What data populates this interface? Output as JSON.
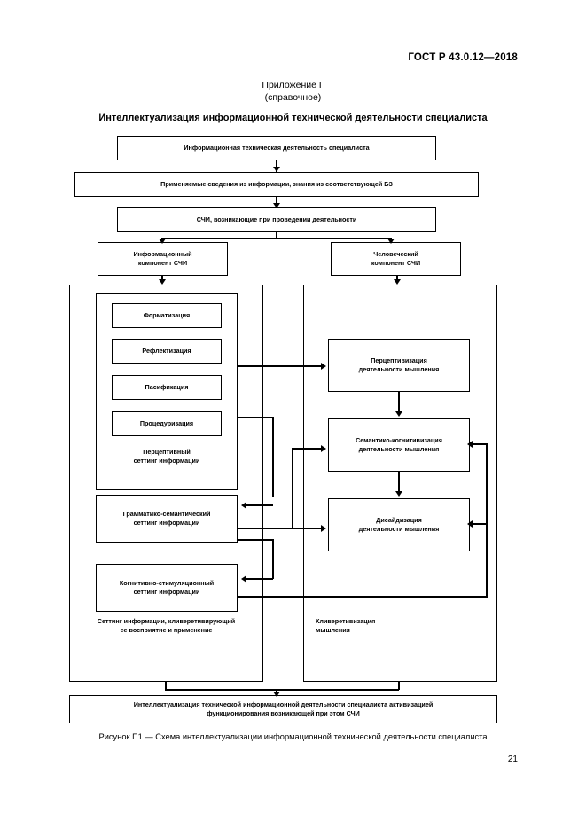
{
  "header": {
    "standard": "ГОСТ Р 43.0.12—2018",
    "page_number": "21"
  },
  "appendix": {
    "line1": "Приложение Г",
    "line2": "(справочное)",
    "title": "Интеллектуализация информационной технической деятельности специалиста"
  },
  "figure": {
    "caption": "Рисунок Г.1 — Схема интеллектуализации информационной технической деятельности специалиста",
    "top_chain": [
      "Информационная техническая деятельность специалиста",
      "Применяемые сведения из информации, знания из соответствующей БЗ",
      "СЧИ, возникающие при проведении деятельности"
    ],
    "components": {
      "left": "Информационный\nкомпонент СЧИ",
      "left_line1": "Информационный",
      "left_line2": "компонент СЧИ",
      "right_line1": "Человеческий",
      "right_line2": "компонент СЧИ"
    },
    "left_group": {
      "inner_group_items": [
        "Форматизация",
        "Рефлектизация",
        "Пасификация",
        "Процедуризация"
      ],
      "inner_group_label_line1": "Перцептивный",
      "inner_group_label_line2": "сеттинг информации",
      "setting_grammar_line1": "Грамматико-семантический",
      "setting_grammar_line2": "сеттинг информации",
      "setting_cognitive_line1": "Когнитивно-стимуляционный",
      "setting_cognitive_line2": "сеттинг информации",
      "group_label_line1": "Сеттинг информации, кливеретивирующий",
      "group_label_line2": "ее восприятие и применение"
    },
    "right_group": {
      "items": [
        {
          "line1": "Перцептивизация",
          "line2": "деятельности мышления"
        },
        {
          "line1": "Семантико-когнитивизация",
          "line2": "деятельности мышления"
        },
        {
          "line1": "Дисайдизация",
          "line2": "деятельности мышления"
        }
      ],
      "group_label_line1": "Кливеретивизация",
      "group_label_line2": "мышления"
    },
    "bottom_box_line1": "Интеллектуализация технической информационной деятельности специалиста активизацией",
    "bottom_box_line2": "функционирования возникающей при этом СЧИ"
  }
}
